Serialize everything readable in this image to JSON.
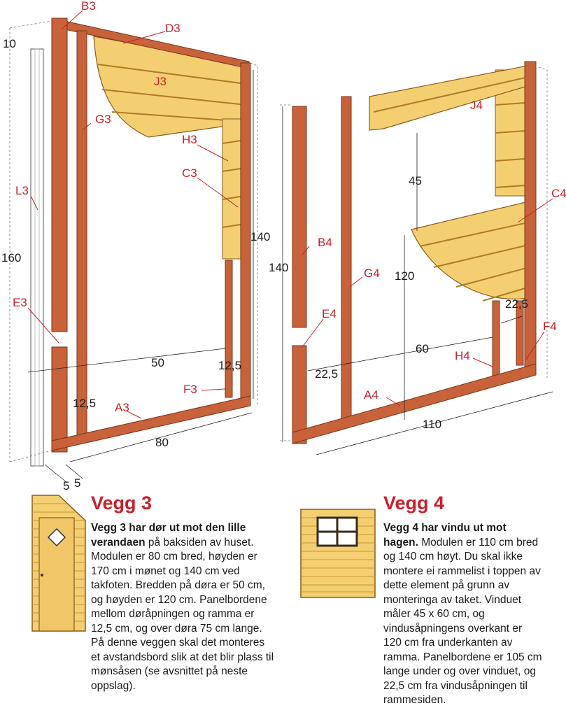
{
  "wall3": {
    "labels": {
      "b3": "B3",
      "d3": "D3",
      "j3": "J3",
      "g3": "G3",
      "h3": "H3",
      "c3": "C3",
      "l3": "L3",
      "e3": "E3",
      "f3": "F3",
      "a3": "A3"
    },
    "dims": {
      "top_10": "10",
      "height_160": "160",
      "height_140": "140",
      "door_width_50": "50",
      "gap_12_5_right": "12,5",
      "gap_12_5_left": "12,5",
      "width_80": "80",
      "stud_5a": "5",
      "stud_5b": "5"
    },
    "title": "Vegg 3",
    "text_lead": "Vegg 3 har dør ut mot den lille verandaen",
    "text_body": " på baksiden av huset. Modulen er 80 cm bred, høyden er 170 cm i mønet og 140 cm ved takfoten. Bredden på døra er 50 cm, og høyden er 120 cm. Panelbordene mellom døråpningen og ramma er 12,5 cm, og over døra 75 cm lange. På denne veggen skal det monteres et avstandsbord slik at det blir plass til mønsåsen (se avsnittet på neste oppslag)."
  },
  "wall4": {
    "labels": {
      "j4": "J4",
      "b4": "B4",
      "g4": "G4",
      "e4": "E4",
      "c4": "C4",
      "f4": "F4",
      "h4": "H4",
      "a4": "A4"
    },
    "dims": {
      "height_140": "140",
      "window_45": "45",
      "sill_120": "120",
      "side_22_5_left": "22,5",
      "side_22_5_right": "22,5",
      "window_60": "60",
      "width_110": "110"
    },
    "title": "Vegg 4",
    "text_lead": "Vegg 4 har vindu ut mot hagen.",
    "text_body": " Modulen er 110 cm bred og 140 cm høyt. Du skal ikke montere ei rammelist i toppen av dette element på grunn av monteringa av taket. Vinduet måler 45 x 60 cm, og vindusåpningens overkant er 120 cm fra underkanten av ramma. Panelbordene er 105 cm lange under og over vinduet, og 22,5 cm fra vindusåpningen til rammesiden."
  },
  "colors": {
    "wood_frame": "#c8623a",
    "wood_frame_dark": "#9a4424",
    "panel": "#f3cf72",
    "panel_dark": "#c9962c",
    "label_red": "#c8202b"
  }
}
